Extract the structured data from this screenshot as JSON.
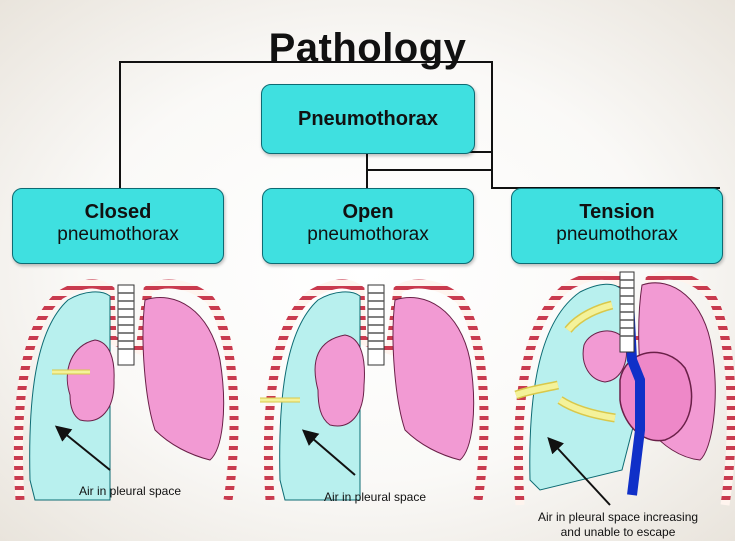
{
  "title": "Pathology",
  "root": {
    "label": "Pneumothorax"
  },
  "types": [
    {
      "title": "Closed",
      "subtitle": "pneumothorax",
      "caption": "Air in pleural space"
    },
    {
      "title": "Open",
      "subtitle": "pneumothorax",
      "caption": "Air in pleural space"
    },
    {
      "title": "Tension",
      "subtitle": "pneumothorax",
      "caption_line1": "Air in pleural space increasing",
      "caption_line2": "and unable to escape"
    }
  ],
  "colors": {
    "box_fill": "#3fe0e0",
    "pleural_air": "#b8f0ee",
    "lung": "#f29ad3",
    "arrow_yellow": "#f4f29a",
    "vein": "#1030c8"
  }
}
